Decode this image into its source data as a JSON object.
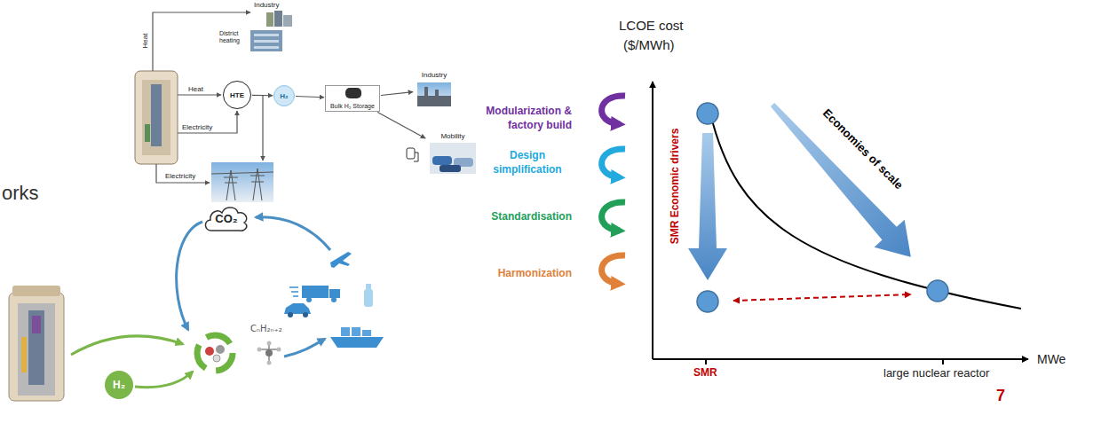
{
  "diagram": {
    "nodes": [
      {
        "text": [
          "Industry"
        ]
      },
      {
        "text": [
          "District heating"
        ]
      },
      {
        "text": [
          "HTE"
        ]
      },
      {
        "text": [
          "H₂"
        ]
      },
      {
        "text": [
          "Bulk H₂ Storage"
        ]
      },
      {
        "text": [
          "Industry"
        ]
      },
      {
        "text": [
          "Mobility"
        ]
      },
      {
        "text": [
          "CO₂"
        ]
      },
      {
        "text": [
          "H₂"
        ]
      }
    ],
    "edges": [
      {
        "from": 2,
        "to": 3,
        "arrow": "to"
      },
      {
        "from": 3,
        "to": 4,
        "arrow": "to"
      },
      {
        "from": 4,
        "to": 5,
        "arrow": "to"
      },
      {
        "from": 4,
        "to": 6,
        "arrow": "to"
      }
    ],
    "labels": [
      "Heat",
      "Heat",
      "Electricity",
      "Electricity",
      "orks",
      "CₙH₂ₙ₊₂",
      "LCOE cost",
      "($/MWh)",
      "Modularization & factory build",
      "SMR Economic drivers",
      "Economies of scale",
      "Design simplification",
      "Standardisation",
      "Harmonization",
      "MWe",
      "SMR",
      "large nuclear reactor",
      "7"
    ]
  }
}
